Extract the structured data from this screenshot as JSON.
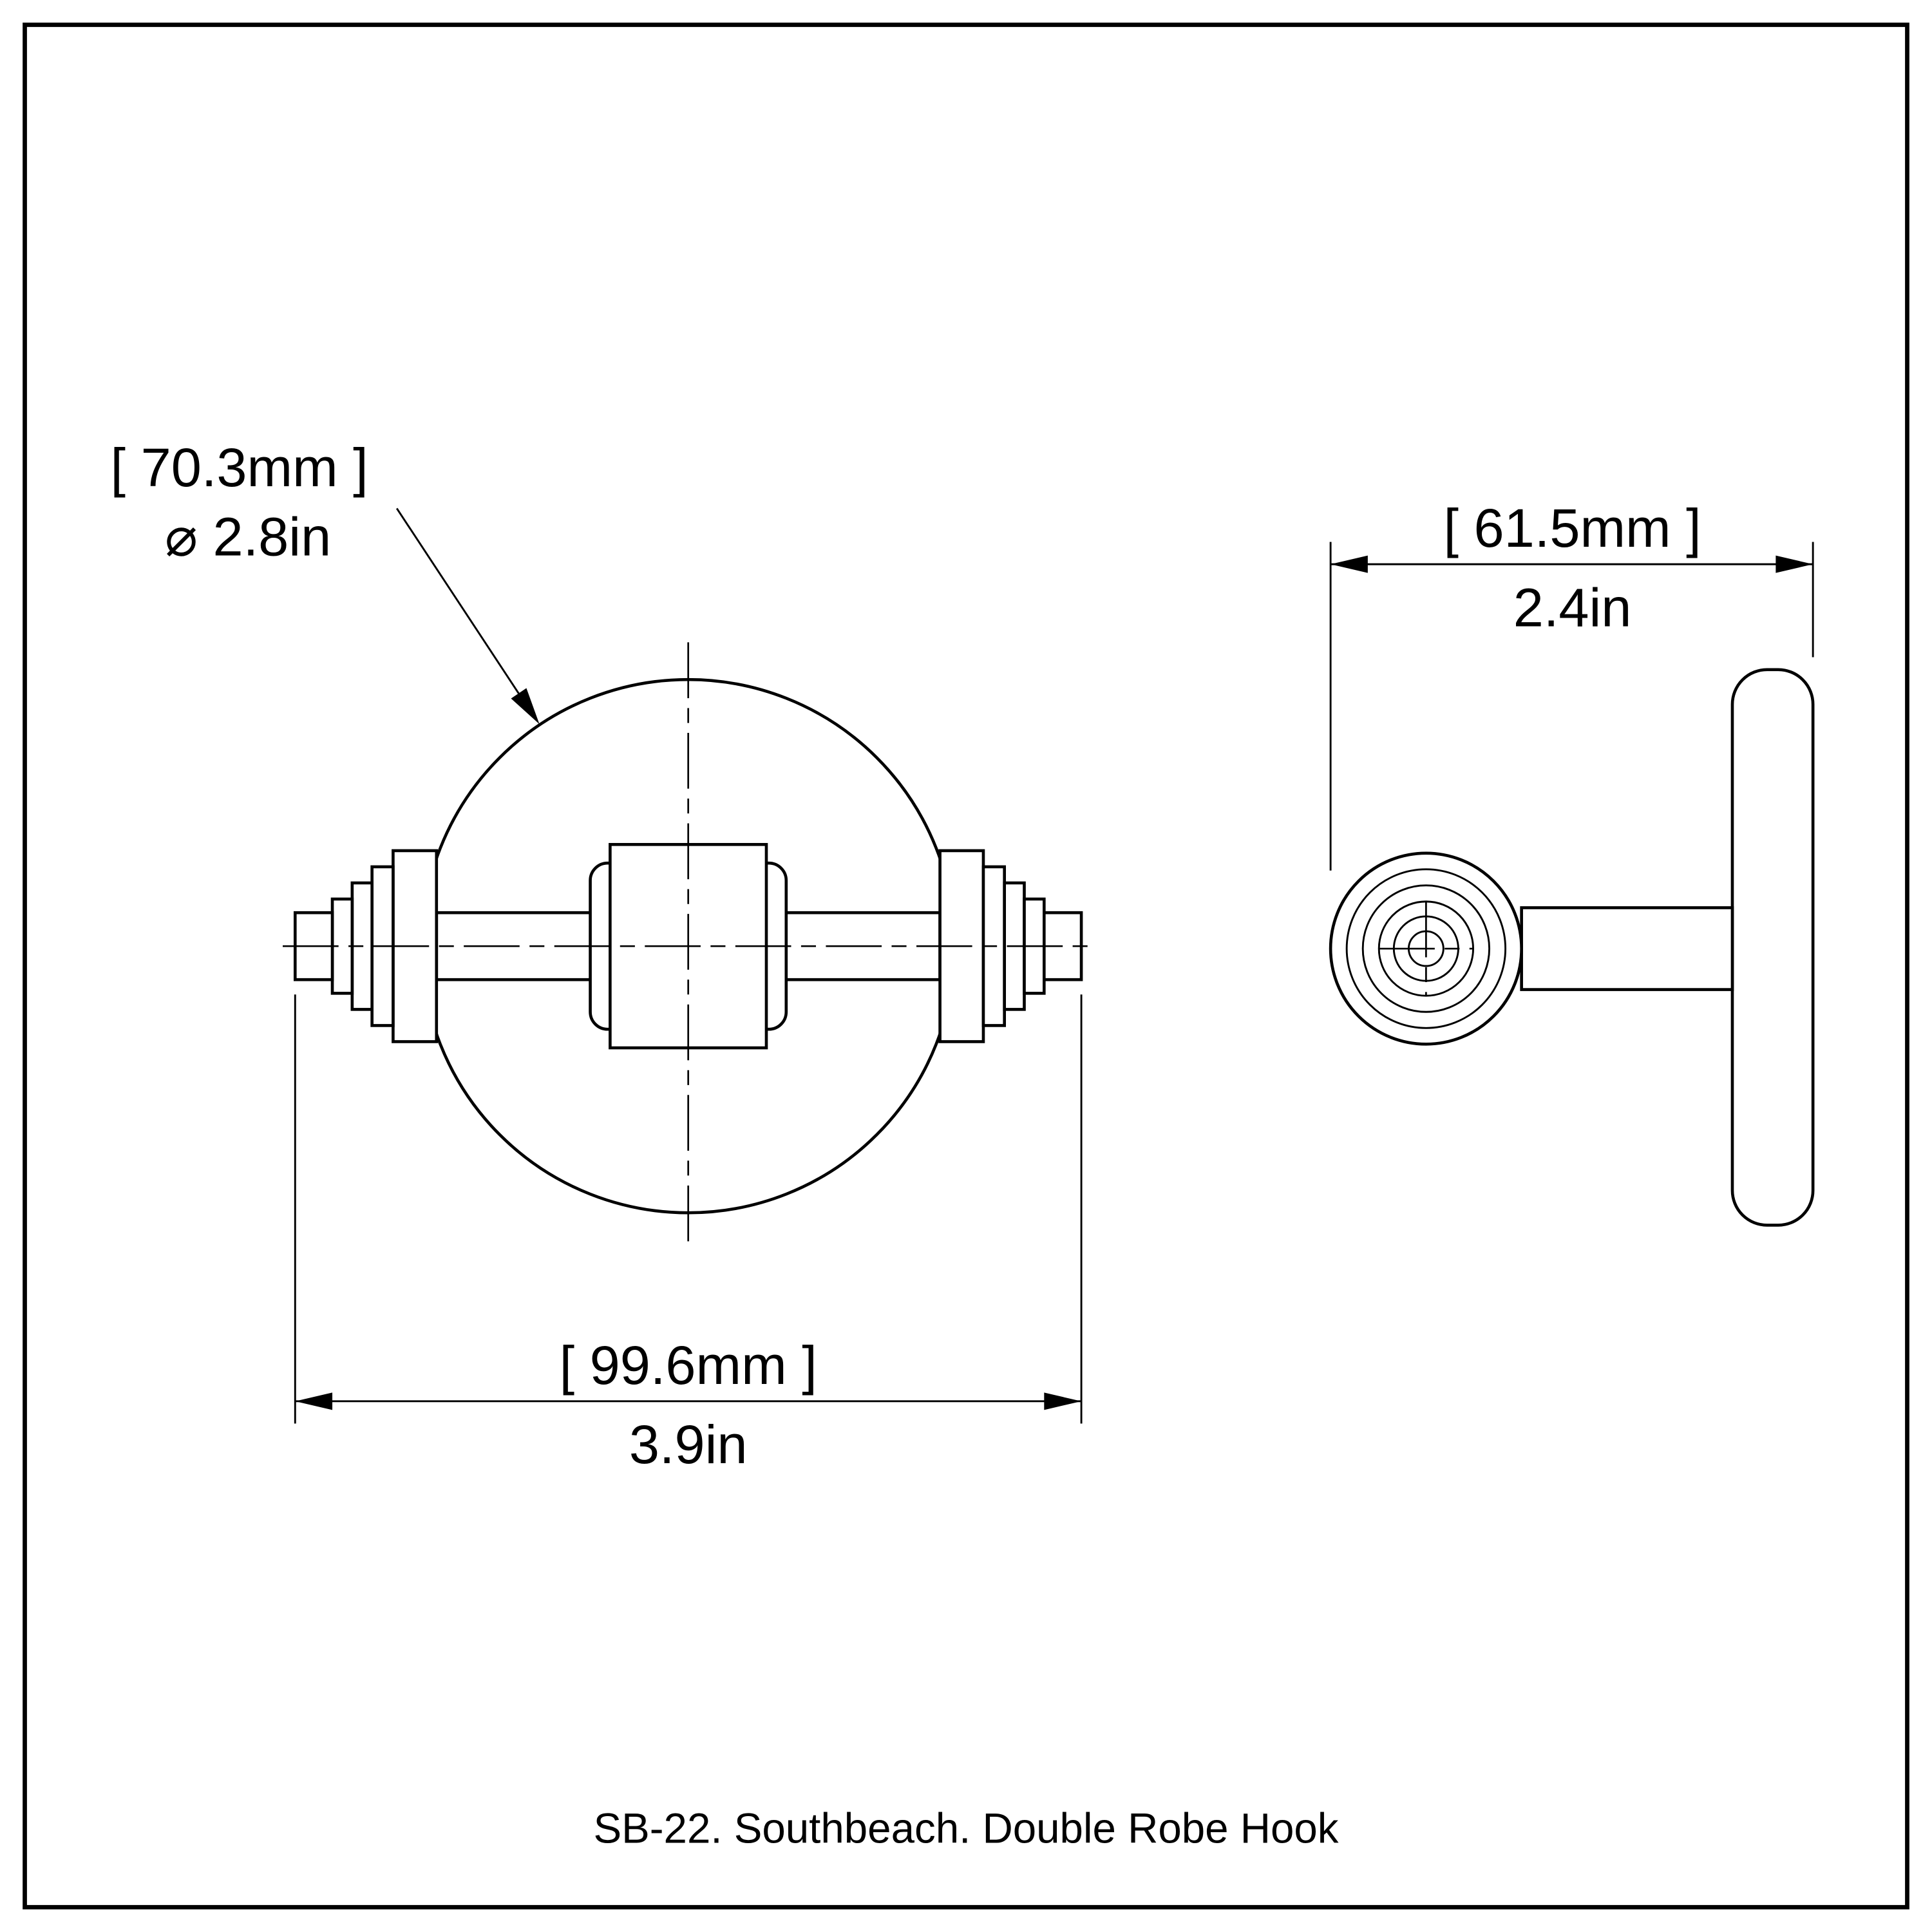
{
  "title": "SB-22. Southbeach. Double Robe Hook",
  "front_view": {
    "diameter_mm": "[ 70.3mm ]",
    "diameter_in": "⌀ 2.8in",
    "width_mm": "[ 99.6mm ]",
    "width_in": "3.9in"
  },
  "side_view": {
    "depth_mm": "[ 61.5mm ]",
    "depth_in": "2.4in"
  },
  "colors": {
    "line": "#000000",
    "background": "#ffffff"
  }
}
